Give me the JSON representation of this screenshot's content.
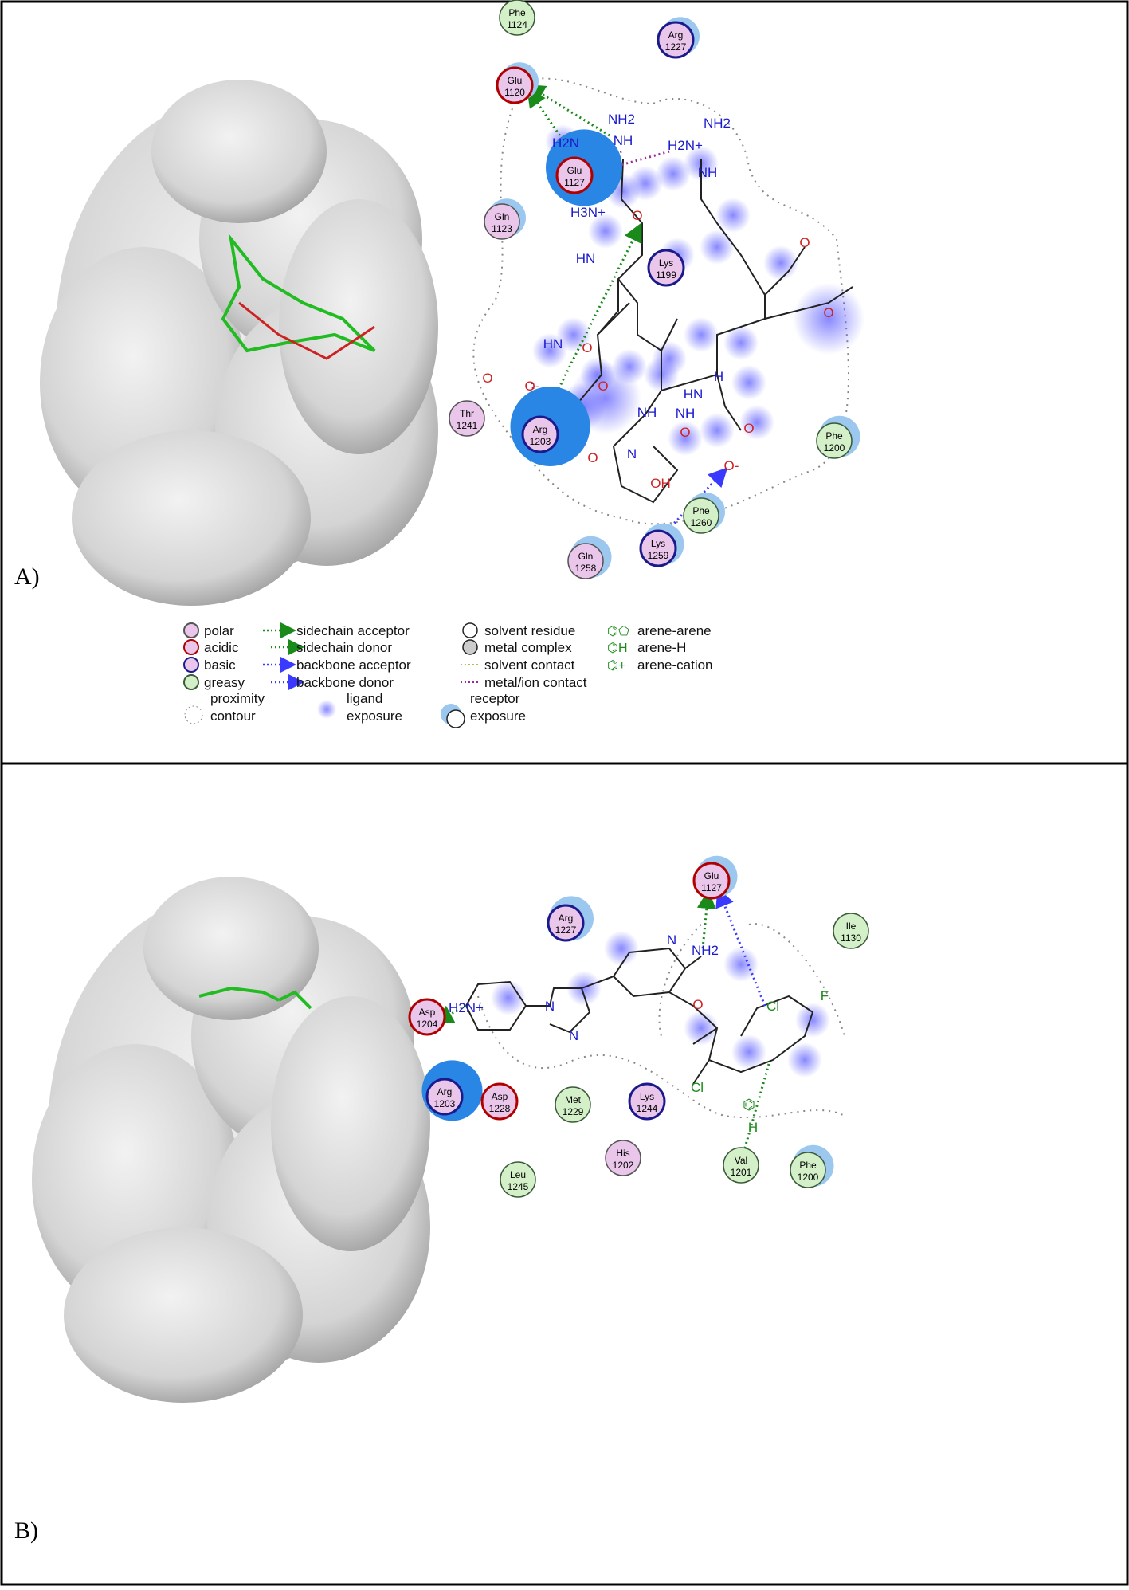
{
  "panels": [
    {
      "label": "A)",
      "residues": [
        {
          "name": "Phe",
          "num": "1124",
          "type": "greasy"
        },
        {
          "name": "Arg",
          "num": "1227",
          "type": "basic"
        },
        {
          "name": "Glu",
          "num": "1120",
          "type": "acidic"
        },
        {
          "name": "Glu",
          "num": "1127",
          "type": "acidic"
        },
        {
          "name": "Gln",
          "num": "1123",
          "type": "polar"
        },
        {
          "name": "Lys",
          "num": "1199",
          "type": "basic"
        },
        {
          "name": "Thr",
          "num": "1241",
          "type": "polar"
        },
        {
          "name": "Arg",
          "num": "1203",
          "type": "basic"
        },
        {
          "name": "Phe",
          "num": "1200",
          "type": "greasy"
        },
        {
          "name": "Phe",
          "num": "1260",
          "type": "greasy"
        },
        {
          "name": "Lys",
          "num": "1259",
          "type": "basic"
        },
        {
          "name": "Gln",
          "num": "1258",
          "type": "polar"
        }
      ],
      "atoms": [
        "NH2",
        "H2N",
        "NH",
        "H2N+",
        "NH2",
        "NH",
        "H3N+",
        "O-",
        "O",
        "HN",
        "O",
        "HN",
        "NH",
        "O",
        "O",
        "HN",
        "H",
        "O",
        "N",
        "NH",
        "O",
        "O",
        "O-",
        "O",
        "OH",
        "O"
      ]
    },
    {
      "label": "B)",
      "residues": [
        {
          "name": "Glu",
          "num": "1127",
          "type": "acidic"
        },
        {
          "name": "Arg",
          "num": "1227",
          "type": "basic"
        },
        {
          "name": "Ile",
          "num": "1130",
          "type": "greasy"
        },
        {
          "name": "Asp",
          "num": "1204",
          "type": "acidic"
        },
        {
          "name": "Arg",
          "num": "1203",
          "type": "basic"
        },
        {
          "name": "Asp",
          "num": "1228",
          "type": "acidic"
        },
        {
          "name": "Met",
          "num": "1229",
          "type": "greasy"
        },
        {
          "name": "Lys",
          "num": "1244",
          "type": "basic"
        },
        {
          "name": "His",
          "num": "1202",
          "type": "polar"
        },
        {
          "name": "Val",
          "num": "1201",
          "type": "greasy"
        },
        {
          "name": "Phe",
          "num": "1200",
          "type": "greasy"
        },
        {
          "name": "Leu",
          "num": "1245",
          "type": "greasy"
        }
      ],
      "atoms": [
        "N",
        "NH2",
        "H2N+",
        "N",
        "N",
        "O",
        "Cl",
        "F",
        "Cl",
        "H"
      ]
    }
  ],
  "legend": {
    "residue_types": [
      "polar",
      "acidic",
      "basic",
      "greasy"
    ],
    "interactions": [
      "sidechain acceptor",
      "sidechain donor",
      "backbone acceptor",
      "backbone donor"
    ],
    "other": [
      "solvent residue",
      "metal complex",
      "solvent contact",
      "metal/ion contact"
    ],
    "arene": [
      "arene-arene",
      "arene-H",
      "arene-cation"
    ],
    "proximity": [
      "proximity",
      "contour"
    ],
    "ligand_exposure": [
      "ligand",
      "exposure"
    ],
    "receptor_exposure": [
      "receptor",
      "exposure"
    ]
  },
  "colors": {
    "polar": "#e9c6ea",
    "acidic": "#e9c6ea",
    "basic": "#e9c6ea",
    "greasy": "#d4f0c8",
    "acidic_border": "#b00000",
    "basic_border": "#1a1a8c",
    "polar_border": "#555555",
    "greasy_border": "#3a5a3a",
    "exposure": "#3a8fe0",
    "ligand_exposure": "#6a6aff"
  }
}
